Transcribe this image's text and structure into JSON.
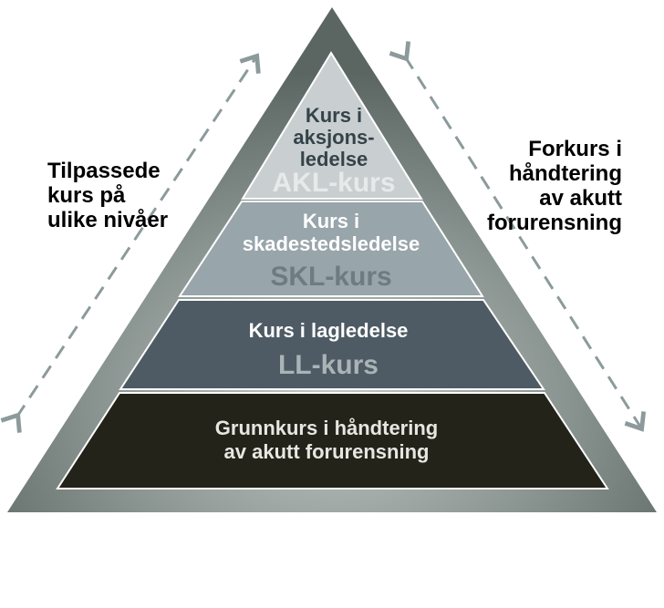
{
  "left_label": [
    "Tilpassede",
    "kurs på",
    "ulike nivåer"
  ],
  "right_label": [
    "Forkurs i",
    "håndtering",
    "av akutt",
    "forurensning"
  ],
  "levels": [
    {
      "lines": [
        "Kurs i",
        "aksjons-",
        "ledelse"
      ],
      "code": "AKL-kurs",
      "fill": "#c9cfd0"
    },
    {
      "lines": [
        "Kurs i",
        "skadestedsledelse"
      ],
      "code": "SKL-kurs",
      "fill": "#98a5aa"
    },
    {
      "lines": [
        "Kurs i lagledelse"
      ],
      "code": "LL-kurs",
      "fill": "#4e5b64"
    },
    {
      "lines": [
        "Grunnkurs i håndtering",
        "av akutt forurensning"
      ],
      "code": "",
      "fill": "#23231a"
    }
  ],
  "colors": {
    "frame": "#6d7875",
    "arrow": "#8c9a9b",
    "text_light": "#ffffff",
    "code_text_light": "#aab3b6",
    "level1_text": "#35434a",
    "level1_code": "#e6eaeb"
  }
}
